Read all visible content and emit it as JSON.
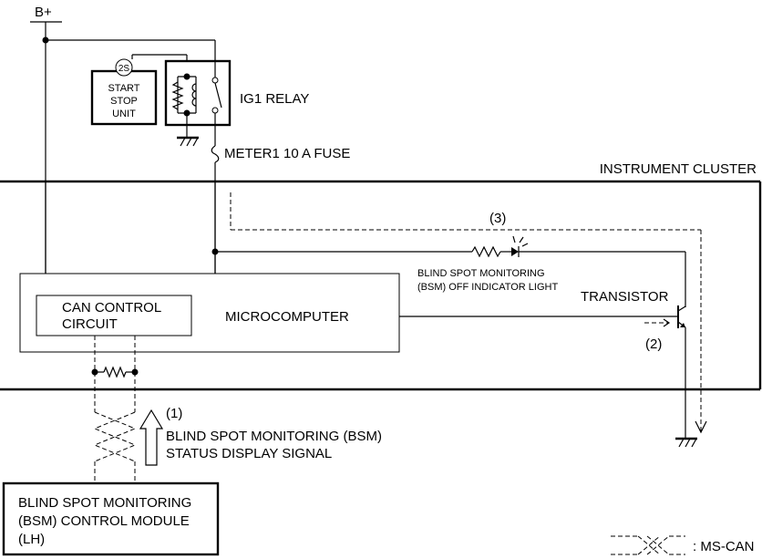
{
  "labels": {
    "battery": "B+",
    "start_stop_pin": "2S",
    "start_stop_unit": [
      "START",
      "STOP",
      "UNIT"
    ],
    "ig1_relay": "IG1 RELAY",
    "fuse": "METER1 10 A FUSE",
    "instrument_cluster": "INSTRUMENT CLUSTER",
    "can_control_circuit": [
      "CAN CONTROL",
      "CIRCUIT"
    ],
    "microcomputer": "MICROCOMPUTER",
    "transistor": "TRANSISTOR",
    "indicator_light": [
      "BLIND SPOT MONITORING",
      "(BSM) OFF INDICATOR LIGHT"
    ],
    "callout_1": "(1)",
    "callout_2": "(2)",
    "callout_3": "(3)",
    "status_signal": [
      "BLIND SPOT MONITORING (BSM)",
      "STATUS DISPLAY SIGNAL"
    ],
    "control_module": [
      "BLIND SPOT MONITORING",
      "(BSM) CONTROL MODULE",
      "(LH)"
    ],
    "legend_ms_can": ": MS-CAN"
  }
}
